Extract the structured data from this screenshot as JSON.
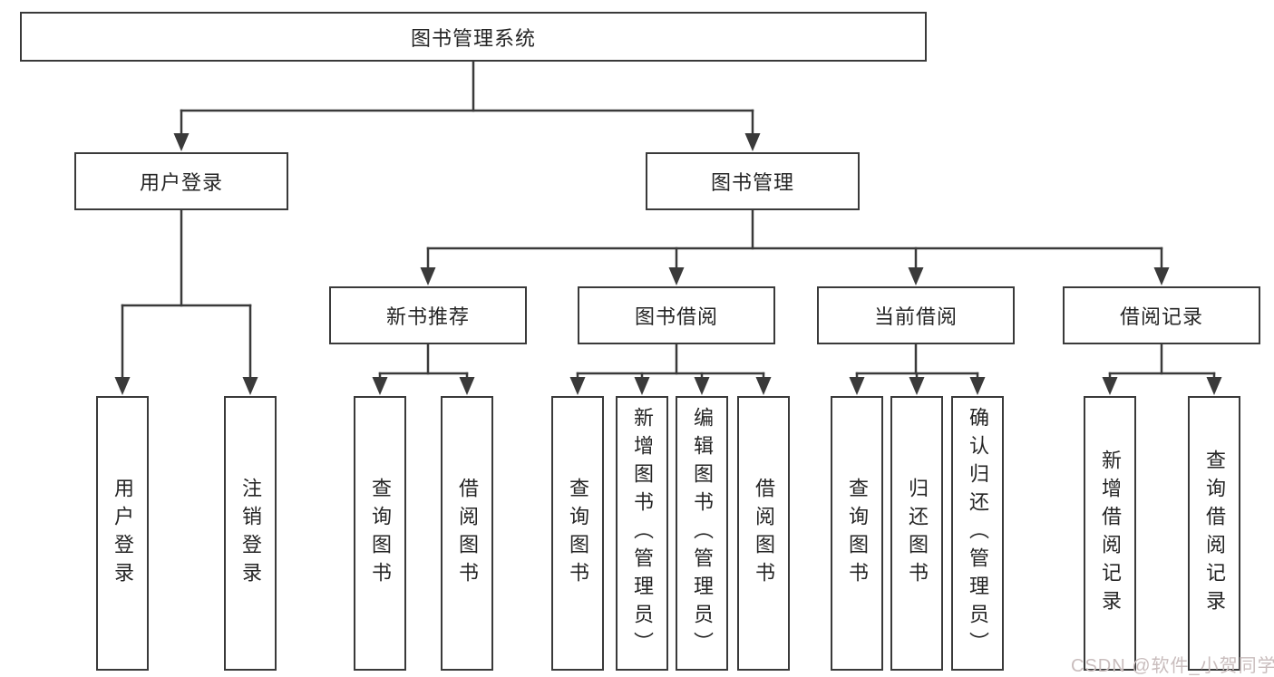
{
  "diagram": {
    "root": {
      "label": "图书管理系统"
    },
    "level2": [
      {
        "label": "用户登录"
      },
      {
        "label": "图书管理"
      }
    ],
    "level3": [
      {
        "label": "新书推荐"
      },
      {
        "label": "图书借阅"
      },
      {
        "label": "当前借阅"
      },
      {
        "label": "借阅记录"
      }
    ],
    "leaves": {
      "user_login": [
        "用户登录",
        "注销登录"
      ],
      "new_book": [
        "查询图书",
        "借阅图书"
      ],
      "book_borrow": [
        "查询图书",
        "新增图书（管理员）",
        "编辑图书（管理员）",
        "借阅图书"
      ],
      "current_borrow": [
        "查询图书",
        "归还图书",
        "确认归还（管理员）"
      ],
      "borrow_record": [
        "新增借阅记录",
        "查询借阅记录"
      ]
    }
  },
  "watermark": {
    "text": "CSDN @软件_小贺同学"
  },
  "colors": {
    "line": "#3a3a3a",
    "text": "#252525",
    "watermark": "#c9bdbd",
    "background": "#ffffff"
  }
}
